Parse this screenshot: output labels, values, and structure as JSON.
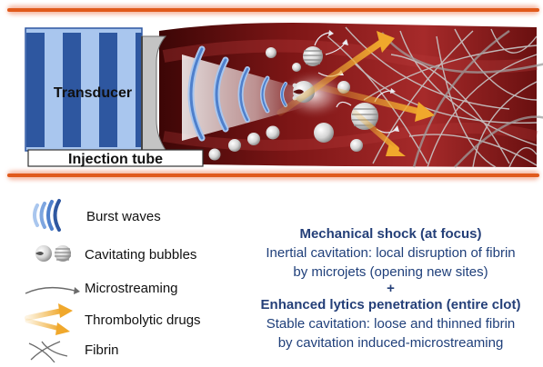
{
  "figure": {
    "transducer_label": "Transducer",
    "injection_label": "Injection tube",
    "colors": {
      "vessel_wall": "#e05a1c",
      "clot_dark": "#5a0a0a",
      "clot_mid": "#9b2323",
      "transducer_blue": "#2e57a0",
      "transducer_light": "#a9c6ee",
      "drug_arrow": "#f0b23c",
      "mechanism_text": "#243f78"
    }
  },
  "legend": {
    "burst_waves": "Burst waves",
    "cavitating_bubbles": "Cavitating bubbles",
    "microstreaming": "Microstreaming",
    "thrombolytic_drugs": "Thrombolytic drugs",
    "fibrin": "Fibrin"
  },
  "mechanisms": {
    "heading1": "Mechanical shock (at focus)",
    "line1a": "Inertial cavitation: local disruption of fibrin",
    "line1b": "by microjets (opening new sites)",
    "plus": "+",
    "heading2": "Enhanced lytics penetration (entire clot)",
    "line2a": "Stable cavitation: loose and thinned fibrin",
    "line2b": "by cavitation induced-microstreaming"
  }
}
